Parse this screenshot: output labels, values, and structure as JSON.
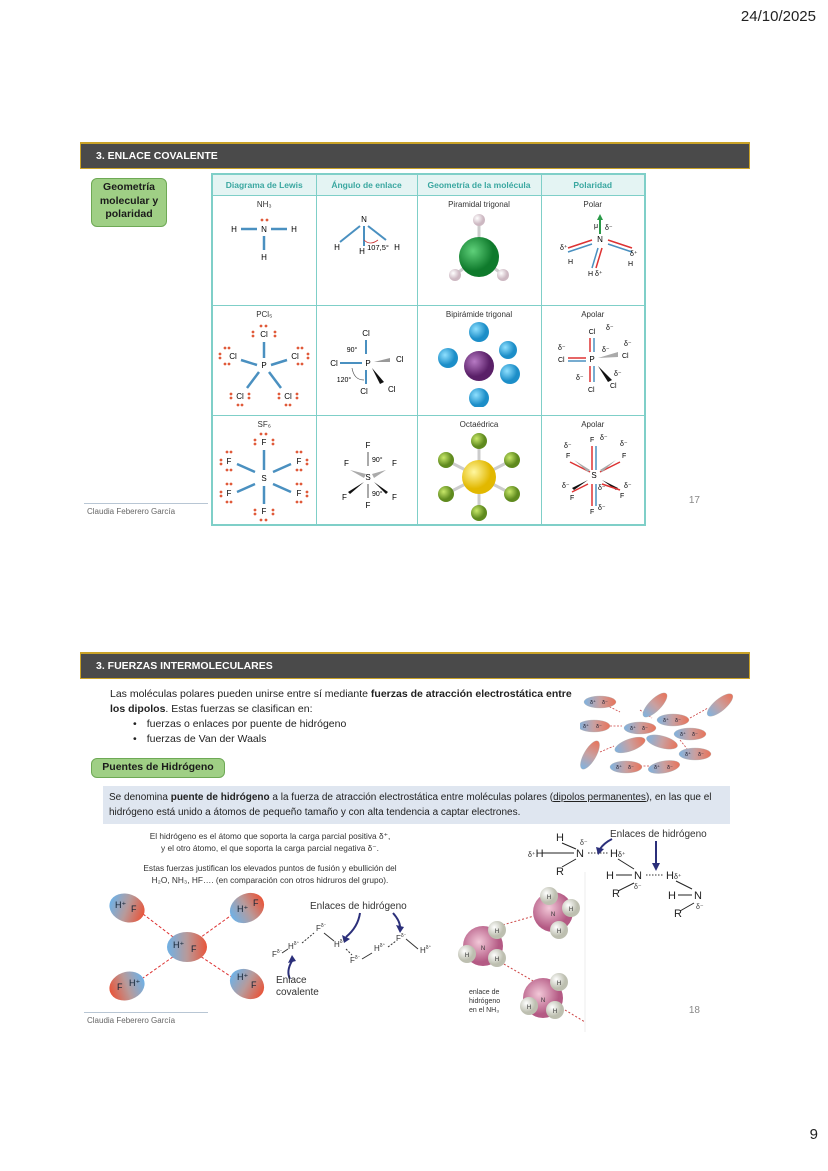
{
  "page": {
    "date": "24/10/2025",
    "number": "9"
  },
  "slide1": {
    "header": "3. ENLACE COVALENTE",
    "tag": "Geometría molecular y polaridad",
    "table": {
      "headers": [
        "Diagrama de Lewis",
        "Ángulo de enlace",
        "Geometría de la molécula",
        "Polaridad"
      ],
      "rows": [
        {
          "molecule": "NH₃",
          "angle_label": "107,5°",
          "geometry": "Piramidal trigonal",
          "polarity": "Polar"
        },
        {
          "molecule": "PCl₅",
          "angle_label": "90° / 120°",
          "geometry": "Bipirámide trigonal",
          "polarity": "Apolar"
        },
        {
          "molecule": "SF₆",
          "angle_label": "90° / 90°",
          "geometry": "Octaédrica",
          "polarity": "Apolar"
        }
      ]
    },
    "author": "Claudia Feberero García",
    "slide_number": "17"
  },
  "slide2": {
    "header": "3. FUERZAS INTERMOLECULARES",
    "intro": {
      "part1": "Las moléculas polares pueden unirse entre sí mediante ",
      "bold": "fuerzas de atracción electrostática entre los dipolos",
      "part2": ". Estas fuerzas se clasifican en:",
      "items": [
        "fuerzas o enlaces por puente de hidrógeno",
        "fuerzas de Van der Waals"
      ]
    },
    "tag": "Puentes de Hidrógeno",
    "definition": {
      "part1": "Se denomina ",
      "bold": "puente de hidrógeno",
      "part2": " a la fuerza de atracción electrostática entre moléculas polares (",
      "underline": "dipolos permanentes",
      "part3": "), en las que el hidrógeno está unido a átomos de pequeño tamaño y con alta tendencia a captar electrones."
    },
    "note1": {
      "line1": "El hidrógeno es el átomo que soporta la carga parcial positiva δ⁺,",
      "line2": "y el otro átomo, el que soporta la carga parcial negativa δ⁻."
    },
    "note2": {
      "line1": "Estas fuerzas justifican los elevados puntos de fusión y ebullición del",
      "line2": "H₂O, NH₃, HF…. (en comparación con otros hidruros del grupo)."
    },
    "figure_labels": {
      "h_bonds": "Enlaces de hidrógeno",
      "covalent": "Enlace covalente",
      "nh3_caption": "enlace de hidrógeno en el NH₃"
    },
    "author": "Claudia Feberero García",
    "slide_number": "18"
  }
}
